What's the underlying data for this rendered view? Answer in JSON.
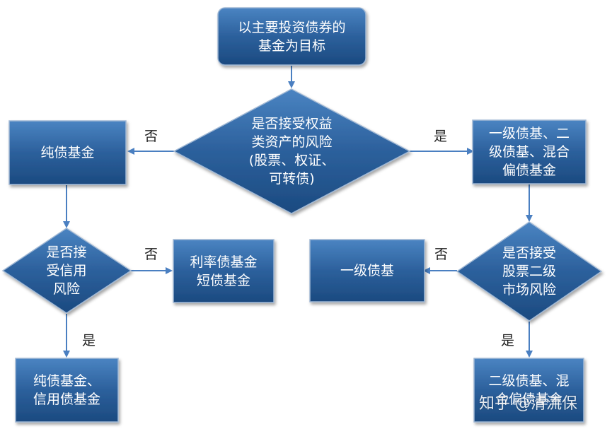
{
  "nodes": {
    "goal": [
      "以主要投资债券的",
      "基金为目标"
    ],
    "q_equity": [
      "是否接受权益",
      "类资产的风险",
      "(股票、权证、",
      "可转债)"
    ],
    "pure_bond": [
      "纯债基金"
    ],
    "mixed_bond": [
      "一级债基、二",
      "级债基、混合",
      "偏债基金"
    ],
    "q_credit": [
      "是否接",
      "受信用",
      "风险"
    ],
    "rate_short": [
      "利率债基金",
      "短债基金"
    ],
    "pure_credit": [
      "纯债基金、",
      "信用债基金"
    ],
    "primary": [
      "一级债基"
    ],
    "q_secondary": [
      "是否接受",
      "股票二级",
      "市场风险"
    ],
    "secondary_mixed": [
      "二级债基、混",
      "合偏债基金"
    ]
  },
  "edges": {
    "yes": "是",
    "no": "否"
  },
  "watermark": "知乎 @清流保",
  "colors": {
    "node_top": "#3f78b5",
    "node_bottom": "#1b4a80",
    "node_stroke": "#9fb7d4",
    "arrow": "#4a7fc1"
  }
}
